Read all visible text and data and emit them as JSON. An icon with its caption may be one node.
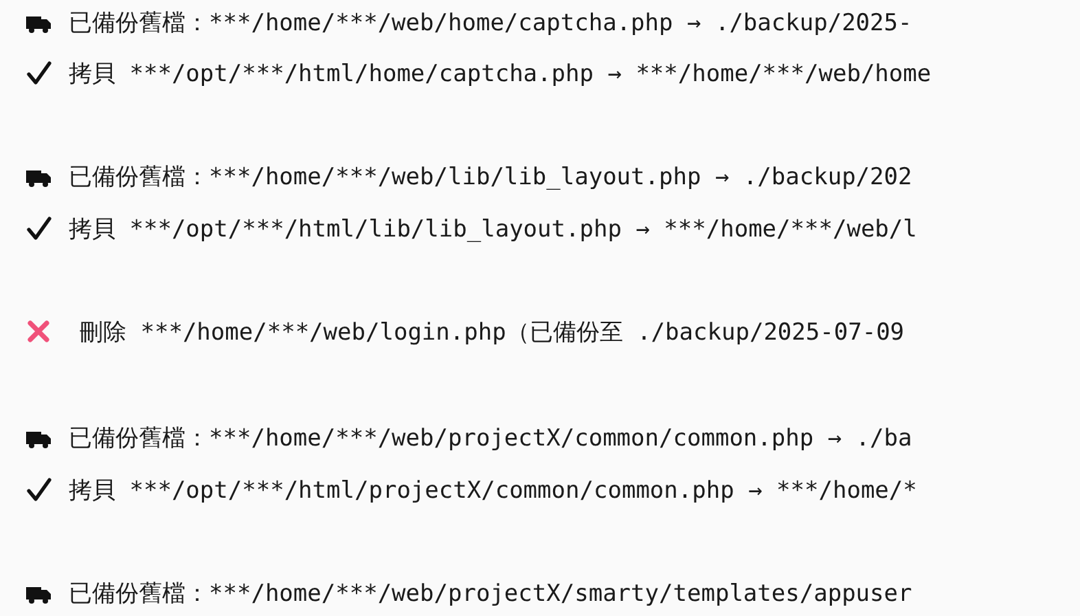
{
  "diagram": {
    "labels": [
      "已備份舊檔：***/home/***/web/home/captcha.php → ./backup/2025-",
      "拷貝 ***/opt/***/html/home/captcha.php → ***/home/***/web/home",
      "已備份舊檔：***/home/***/web/lib/lib_layout.php → ./backup/202",
      "拷貝 ***/opt/***/html/lib/lib_layout.php → ***/home/***/web/l",
      "刪除 ***/home/***/web/login.php（已備份至 ./backup/2025-07-09",
      "已備份舊檔：***/home/***/web/projectX/common/common.php → ./ba",
      "拷貝 ***/opt/***/html/projectX/common/common.php → ***/home/*",
      "已備份舊檔：***/home/***/web/projectX/smarty/templates/appuser"
    ]
  }
}
